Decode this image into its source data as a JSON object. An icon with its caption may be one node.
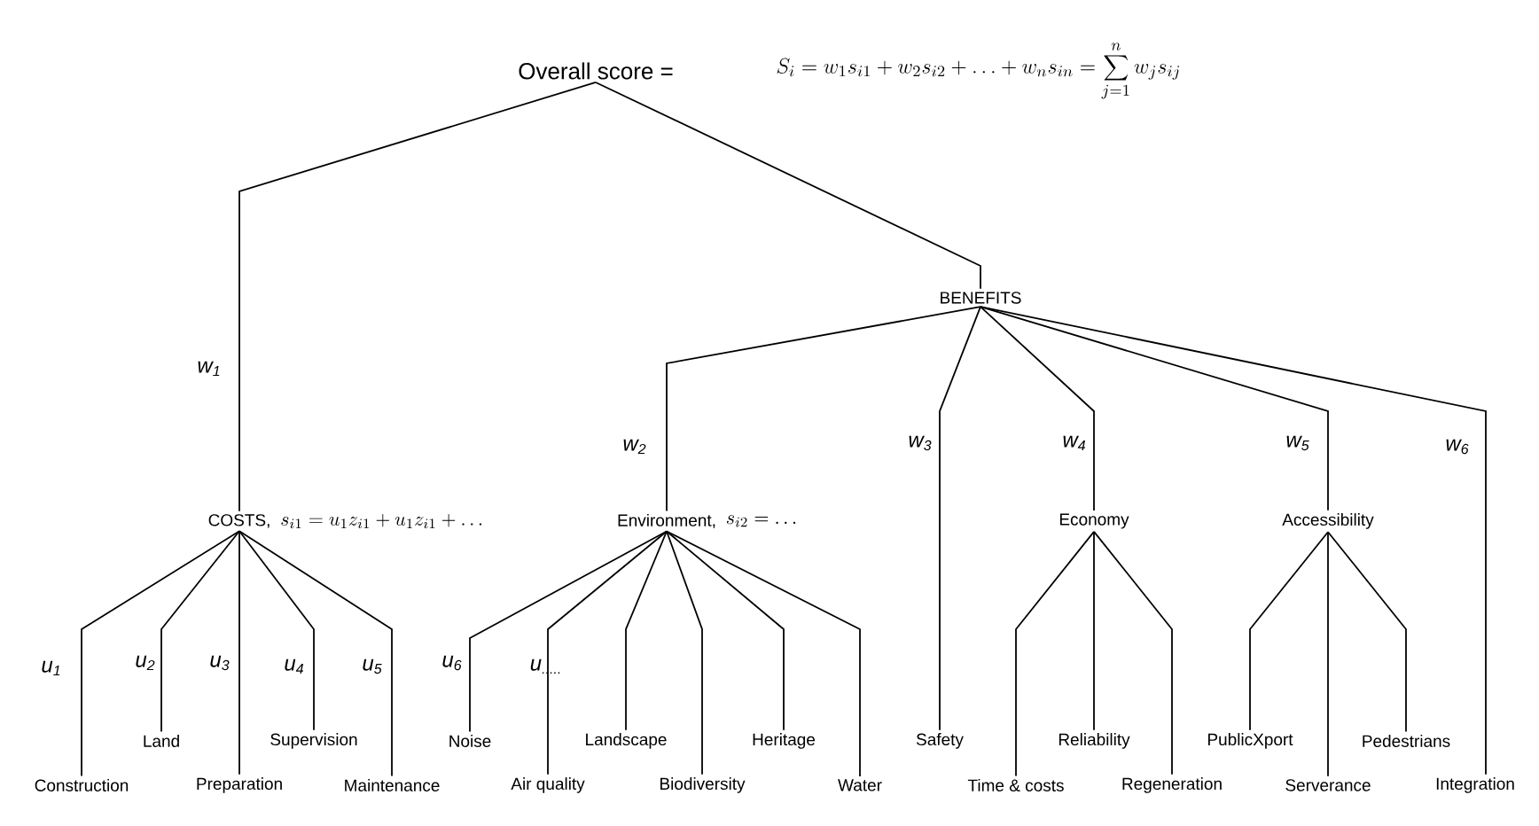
{
  "diagram": {
    "nodes": [
      {
        "text": [
          "Overall score =",
          "S_i = w_1 s_{i1} + w_2 s_{i2} + \\ldots + w_n s_{in} = \\sum_{j=1}^{n} w_j s_{ij}"
        ]
      },
      {
        "text": [
          "COSTS,"
        ],
        "beside": [
          "s_{i1}=u_1 z_{i1}+u_1 z_{i1}+\\ldots"
        ]
      },
      {
        "text": [
          "BENEFITS"
        ]
      },
      {
        "text": [
          "Environment,"
        ],
        "beside": [
          "s_{i2}=\\ldots"
        ]
      },
      {
        "text": [
          "Economy"
        ]
      },
      {
        "text": [
          "Accessibility"
        ]
      },
      {
        "text": [
          "Construction"
        ]
      },
      {
        "text": [
          "Land"
        ]
      },
      {
        "text": [
          "Preparation"
        ]
      },
      {
        "text": [
          "Supervision"
        ]
      },
      {
        "text": [
          "Maintenance"
        ]
      },
      {
        "text": [
          "Noise"
        ]
      },
      {
        "text": [
          "Air quality"
        ]
      },
      {
        "text": [
          "Landscape"
        ]
      },
      {
        "text": [
          "Biodiversity"
        ]
      },
      {
        "text": [
          "Heritage"
        ]
      },
      {
        "text": [
          "Water"
        ]
      },
      {
        "text": [
          "Safety"
        ]
      },
      {
        "text": [
          "Time & costs"
        ]
      },
      {
        "text": [
          "Reliability"
        ]
      },
      {
        "text": [
          "Regeneration"
        ]
      },
      {
        "text": [
          "PublicXport"
        ]
      },
      {
        "text": [
          "Serverance"
        ]
      },
      {
        "text": [
          "Pedestrians"
        ]
      },
      {
        "text": [
          "Integration"
        ]
      }
    ],
    "edges": [
      {
        "from": 0,
        "to": 1,
        "arrow": "none",
        "label": "w$_{1}$"
      },
      {
        "from": 0,
        "to": 2,
        "arrow": "none"
      },
      {
        "from": 2,
        "to": 3,
        "arrow": "none",
        "label": "w$_{2}$"
      },
      {
        "from": 2,
        "to": 17,
        "arrow": "none",
        "label": "w$_{3}$"
      },
      {
        "from": 2,
        "to": 4,
        "arrow": "none",
        "label": "w$_{4}$"
      },
      {
        "from": 2,
        "to": 5,
        "arrow": "none",
        "label": "w$_{5}$"
      },
      {
        "from": 2,
        "to": 24,
        "arrow": "none",
        "label": "w$_{6}$"
      },
      {
        "from": 1,
        "to": 6,
        "arrow": "none",
        "label": "u$_{1}$"
      },
      {
        "from": 1,
        "to": 7,
        "arrow": "none",
        "label": "u$_{2}$"
      },
      {
        "from": 1,
        "to": 8,
        "arrow": "none",
        "label": "u$_{3}$"
      },
      {
        "from": 1,
        "to": 9,
        "arrow": "none",
        "label": "u$_{4}$"
      },
      {
        "from": 1,
        "to": 10,
        "arrow": "none",
        "label": "u$_{5}$"
      },
      {
        "from": 3,
        "to": 11,
        "arrow": "none",
        "label": "u$_{6}$"
      },
      {
        "from": 3,
        "to": 12,
        "arrow": "none",
        "label": "u$_{.....}$"
      },
      {
        "from": 3,
        "to": 13,
        "arrow": "none"
      },
      {
        "from": 3,
        "to": 14,
        "arrow": "none"
      },
      {
        "from": 3,
        "to": 15,
        "arrow": "none"
      },
      {
        "from": 3,
        "to": 16,
        "arrow": "none"
      },
      {
        "from": 4,
        "to": 18,
        "arrow": "none"
      },
      {
        "from": 4,
        "to": 19,
        "arrow": "none"
      },
      {
        "from": 4,
        "to": 20,
        "arrow": "none"
      },
      {
        "from": 5,
        "to": 21,
        "arrow": "none"
      },
      {
        "from": 5,
        "to": 22,
        "arrow": "none"
      },
      {
        "from": 5,
        "to": 23,
        "arrow": "none"
      }
    ]
  }
}
